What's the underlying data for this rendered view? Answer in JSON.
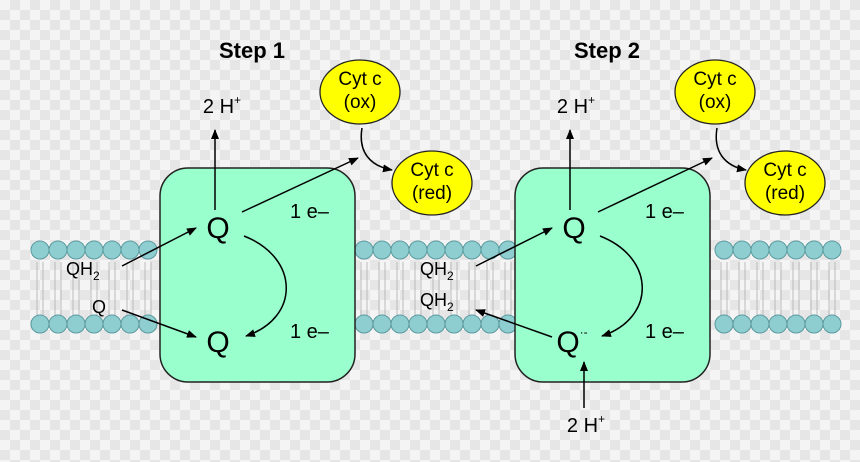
{
  "colors": {
    "protein_fill": "#99ffcc",
    "protein_stroke": "#222222",
    "lipid_head": "#8ecdd0",
    "cyt_fill": "#ffff00"
  },
  "step1": {
    "title": "Step 1",
    "h_out": "2 H",
    "h_out_sup": "+",
    "q_top": "Q",
    "q_bottom": "Q",
    "e_top": "1 e–",
    "e_bottom": "1 e–",
    "qh2_in": "QH",
    "qh2_in_sub": "2",
    "q_in": "Q",
    "cyt_ox_line1": "Cyt c",
    "cyt_ox_line2": "(ox)",
    "cyt_red_line1": "Cyt c",
    "cyt_red_line2": "(red)"
  },
  "step2": {
    "title": "Step 2",
    "h_out": "2 H",
    "h_out_sup": "+",
    "q_top": "Q",
    "q_bottom": "Q",
    "q_bottom_sup": "·-",
    "e_top": "1 e–",
    "e_bottom": "1 e–",
    "qh2_in": "QH",
    "qh2_in_sub": "2",
    "qh2_out": "QH",
    "qh2_out_sub": "2",
    "h_in": "2 H",
    "h_in_sup": "+",
    "cyt_ox_line1": "Cyt c",
    "cyt_ox_line2": "(ox)",
    "cyt_red_line1": "Cyt c",
    "cyt_red_line2": "(red)"
  }
}
